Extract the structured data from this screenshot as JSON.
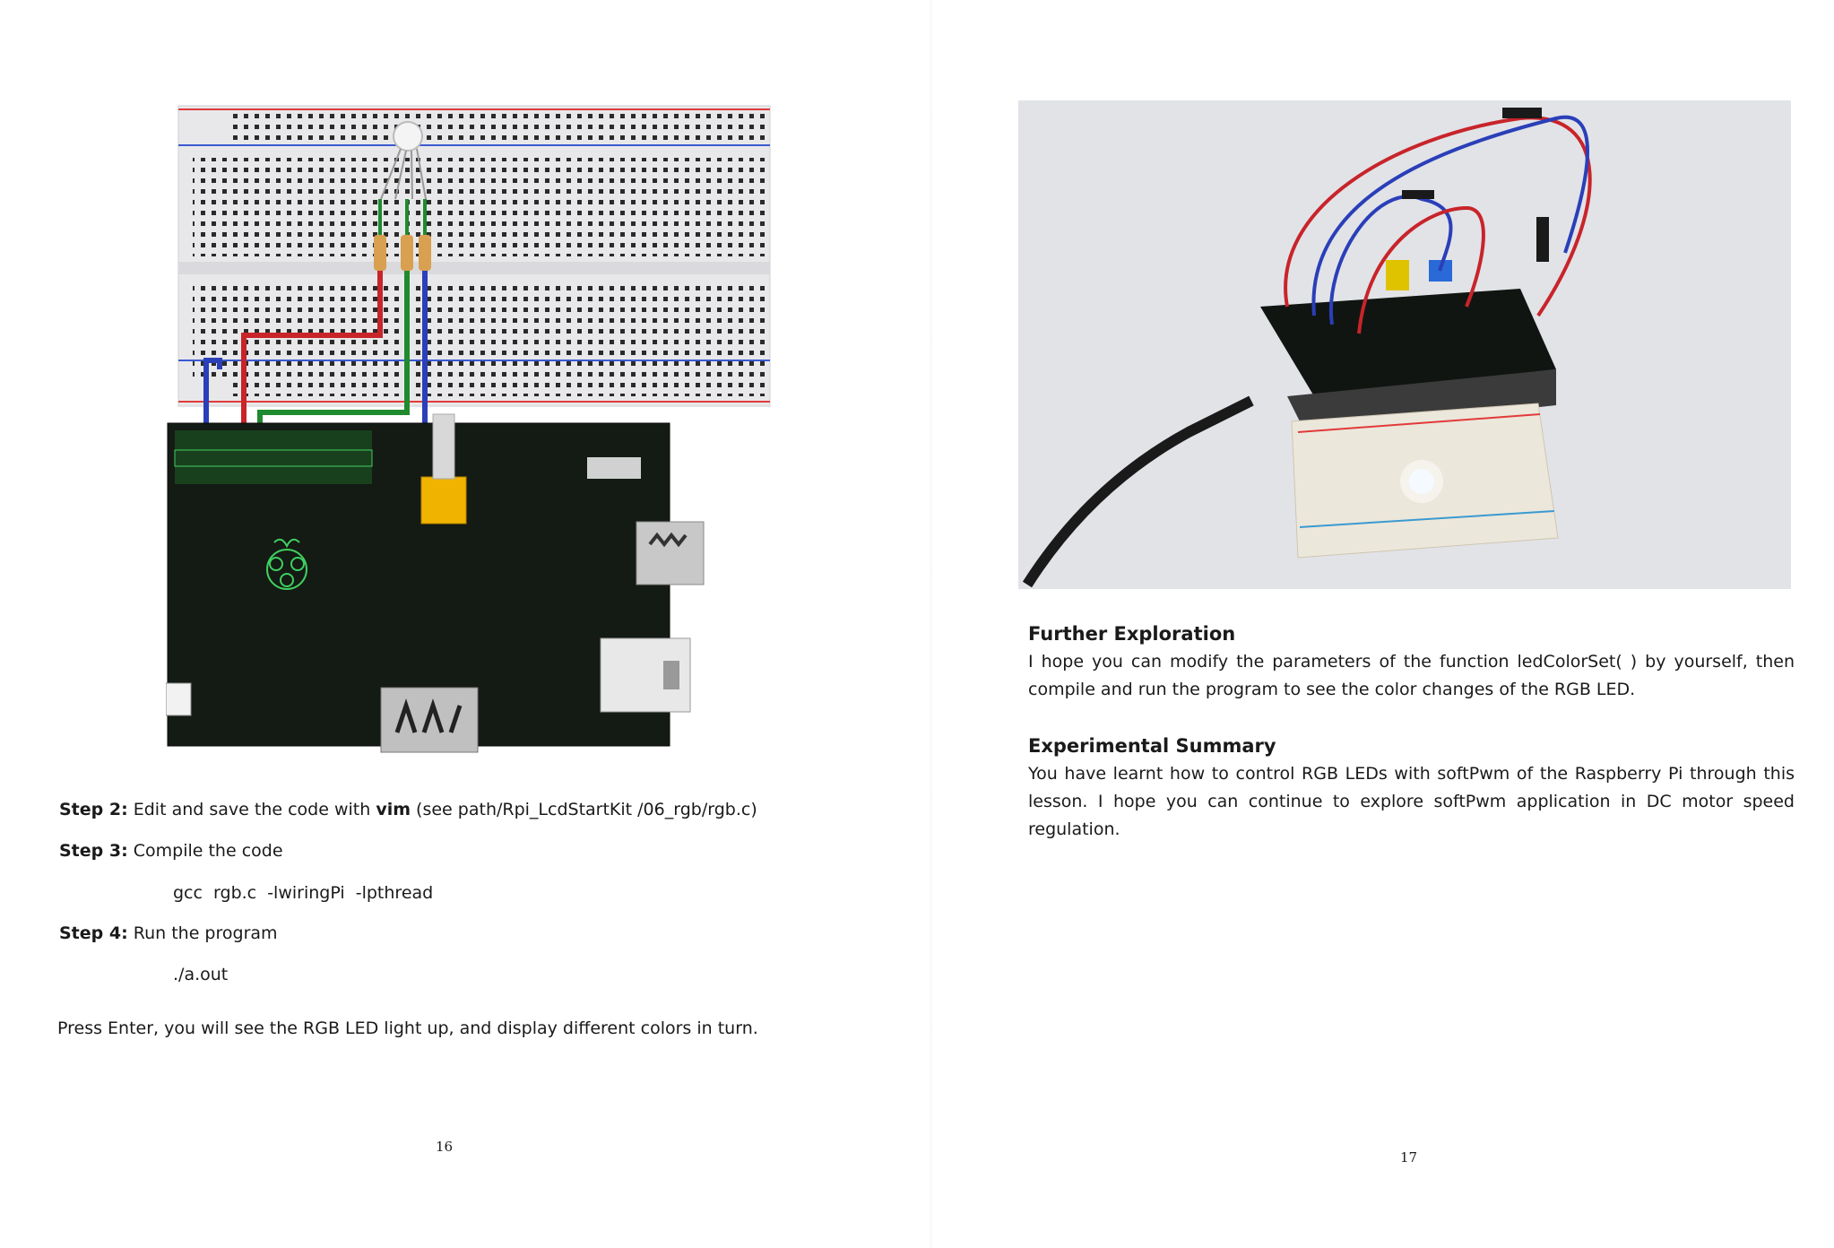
{
  "left_page": {
    "step2": {
      "label": "Step 2:",
      "text_before": "Edit and save the code with ",
      "bold_word": "vim",
      "text_after": " (see path/Rpi_LcdStartKit /06_rgb/rgb.c)"
    },
    "step3": {
      "label": "Step 3:",
      "text": "Compile the code",
      "command": "gcc  rgb.c  -lwiringPi  -lpthread"
    },
    "step4": {
      "label": "Step 4:",
      "text": "Run the program",
      "command": "./a.out"
    },
    "press_enter": "Press Enter, you will see the RGB LED light up, and display different colors in turn.",
    "page_number": "16"
  },
  "right_page": {
    "further_exploration": {
      "heading": "Further Exploration",
      "body": "I hope you can modify the parameters of the function ledColorSet( ) by yourself, then compile and run the program to see the color changes of the RGB LED."
    },
    "experimental_summary": {
      "heading": "Experimental Summary",
      "body": "You have learnt how to control RGB LEDs with softPwm of the Raspberry Pi through this lesson. I hope you can continue to explore softPwm application in DC motor speed regulation."
    },
    "page_number": "17"
  },
  "colors": {
    "breadboard": "#e8e8ea",
    "rail_red": "#e23a3a",
    "rail_blue": "#3a5ad0",
    "pcb": "#141a14",
    "wire_red": "#c8242a",
    "wire_green": "#1f8a2e",
    "wire_blue": "#2a3fb8",
    "capacitor": "#f0b400",
    "photo_bg": "#dcdee3"
  }
}
